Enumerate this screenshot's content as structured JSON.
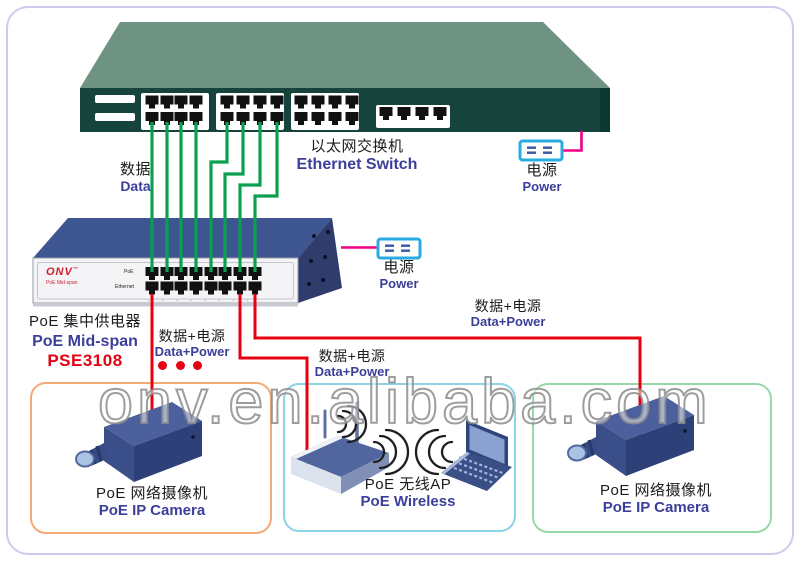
{
  "colors": {
    "wire_green": "#0aa04f",
    "wire_red": "#e60012",
    "wire_magenta": "#ef0084",
    "power_border": "#29abe2",
    "power_glyph": "#3a57a8",
    "text_dark": "#1c1c1c",
    "text_blue": "#3c3f99",
    "model_red": "#e60012",
    "box_orange": "#f5a878",
    "box_cyan": "#8cd4e8",
    "box_green": "#98d8a8",
    "switch_top": "#6f9383",
    "switch_front": "#16443c",
    "midspan_top": "#3d5590",
    "midspan_side": "#303c6b",
    "frame_border": "#cfc9ed"
  },
  "ethernet_switch": {
    "label_cn": "以太网交换机",
    "label_en": "Ethernet Switch"
  },
  "poe_midspan": {
    "title_cn": "PoE 集中供电器",
    "title_en": "PoE Mid-span",
    "model": "PSE3108",
    "brand": "ONV",
    "brand_mark": "™",
    "brand_sub": "PoE Mid-span",
    "port_row_top_label": "PoE",
    "port_row_bottom_label": "Ethernet"
  },
  "power_adapters": [
    {
      "label_cn": "电源",
      "label_en": "Power"
    },
    {
      "label_cn": "电源",
      "label_en": "Power"
    }
  ],
  "wire_labels": {
    "data": {
      "cn": "数据",
      "en": "Data"
    },
    "dp1": {
      "cn": "数据+电源",
      "en": "Data+Power"
    },
    "dp2": {
      "cn": "数据+电源",
      "en": "Data+Power"
    },
    "dp3": {
      "cn": "数据+电源",
      "en": "Data+Power"
    }
  },
  "endpoints": [
    {
      "label_cn": "PoE 网络摄像机",
      "label_en": "PoE IP Camera"
    },
    {
      "label_cn": "PoE 无线AP",
      "label_en": "PoE Wireless"
    },
    {
      "label_cn": "PoE 网络摄像机",
      "label_en": "PoE IP Camera"
    }
  ],
  "watermark": "onv.en.alibaba.com"
}
